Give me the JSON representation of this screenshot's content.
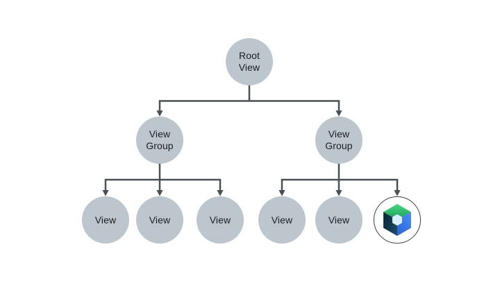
{
  "diagram": {
    "background": "#FFFFFF",
    "node_fill": "#BCC6CC",
    "connector_color": "#485055",
    "text_color": "#1D1D1F"
  },
  "nodes": [
    {
      "id": "root-view",
      "lines": [
        "Root",
        "View"
      ]
    },
    {
      "id": "view-group-left",
      "lines": [
        "View",
        "Group"
      ]
    },
    {
      "id": "view-group-right",
      "lines": [
        "View",
        "Group"
      ]
    },
    {
      "id": "view-1",
      "lines": [
        "View"
      ]
    },
    {
      "id": "view-2",
      "lines": [
        "View"
      ]
    },
    {
      "id": "view-3",
      "lines": [
        "View"
      ]
    },
    {
      "id": "view-4",
      "lines": [
        "View"
      ]
    },
    {
      "id": "view-5",
      "lines": [
        "View"
      ]
    },
    {
      "id": "compose-node",
      "icon": "jetpack-compose-icon"
    }
  ],
  "hierarchy": {
    "root-view": [
      "view-group-left",
      "view-group-right"
    ],
    "view-group-left": [
      "view-1",
      "view-2",
      "view-3"
    ],
    "view-group-right": [
      "view-4",
      "view-5",
      "compose-node"
    ]
  },
  "compose_logo": {
    "name": "jetpack-compose-icon",
    "colors": {
      "green_light": "#46D884",
      "green_dark": "#27A35D",
      "blue_light": "#4B8CF5",
      "blue_dark": "#2E68D9",
      "navy_dark": "#0A2638",
      "navy_light": "#1D4F66",
      "center_hex": "#D8EFFE",
      "ring": "#3C4043"
    }
  }
}
